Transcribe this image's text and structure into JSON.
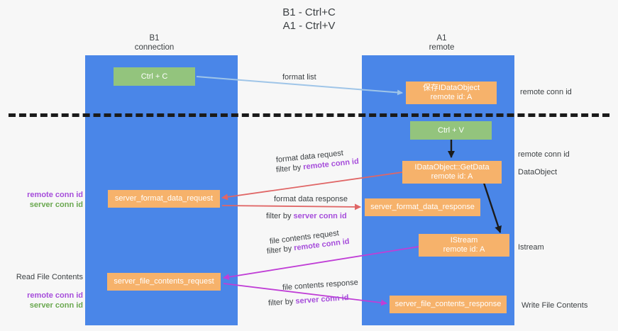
{
  "diagram": {
    "title": "B1 - Ctrl+C\nA1 - Ctrl+V",
    "columns": [
      {
        "name": "B1",
        "sub": "connection"
      },
      {
        "name": "A1",
        "sub": "remote"
      }
    ],
    "boxes": {
      "ctrl_c": {
        "line1": "Ctrl + C",
        "line2": ""
      },
      "save_idataobject": {
        "line1": "保存IDataObject",
        "line2": "remote id: A"
      },
      "ctrl_v": {
        "line1": "Ctrl + V",
        "line2": ""
      },
      "idataobject_getdata": {
        "line1": "IDataObject::GetData",
        "line2": "remote id: A"
      },
      "server_format_data_request": {
        "line1": "server_format_data_request",
        "line2": ""
      },
      "server_format_data_response": {
        "line1": "server_format_data_response",
        "line2": ""
      },
      "istream": {
        "line1": "IStream",
        "line2": "remote id: A"
      },
      "server_file_contents_request": {
        "line1": "server_file_contents_request",
        "line2": ""
      },
      "server_file_contents_response": {
        "line1": "server_file_contents_response",
        "line2": ""
      }
    },
    "edge_labels": {
      "format_list": "format list",
      "format_data_request": "format data request",
      "format_data_request_filter_prefix": "filter by ",
      "format_data_request_filter_key": "remote conn id",
      "format_data_response": "format data response",
      "format_data_response_filter_prefix": "filter by ",
      "format_data_response_filter_key": "server conn id",
      "file_contents_request": "file contents request",
      "file_contents_request_filter_prefix": "filter by ",
      "file_contents_request_filter_key": "remote conn id",
      "file_contents_response": "file contents response",
      "file_contents_response_filter_prefix": "filter by ",
      "file_contents_response_filter_key": "server conn id"
    },
    "annotations": {
      "left_mid_remote": "remote conn id",
      "left_mid_server": "server conn id",
      "left_read_file": "Read File Contents",
      "left_low_remote": "remote conn id",
      "left_low_server": "server conn id",
      "right_top_remote": "remote conn id",
      "right_mid_remote": "remote conn id",
      "right_dataobject": "DataObject",
      "right_istream": "Istream",
      "right_write_file": "Write File Contents"
    },
    "colors": {
      "lane": "#4a86e8",
      "green_box": "#93c47d",
      "orange_box": "#f6b26b",
      "remote_key": "#a64ddb",
      "server_key": "#6aa84f",
      "arrow_blue": "#9fc5e8",
      "arrow_red": "#e06666",
      "arrow_purple": "#c03ed6",
      "arrow_black": "#1b1b1b",
      "background": "#f7f7f7"
    }
  }
}
